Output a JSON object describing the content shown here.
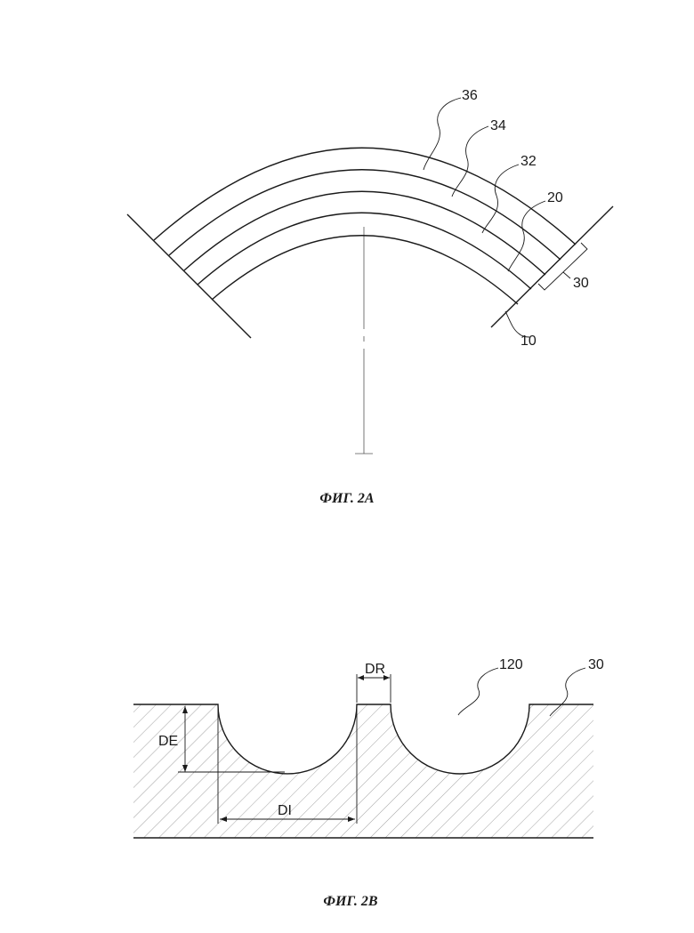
{
  "fig_a": {
    "caption": "ФИГ. 2А",
    "labels": {
      "l36": "36",
      "l34": "34",
      "l32": "32",
      "l20": "20",
      "l30": "30",
      "l10": "10"
    }
  },
  "fig_b": {
    "caption": "ФИГ. 2В",
    "labels": {
      "dr": "DR",
      "de": "DE",
      "di": "DI",
      "l120": "120",
      "l30": "30"
    }
  },
  "colors": {
    "line": "#1a1a1a",
    "hatch": "#8a8a8a",
    "background": "#ffffff"
  }
}
